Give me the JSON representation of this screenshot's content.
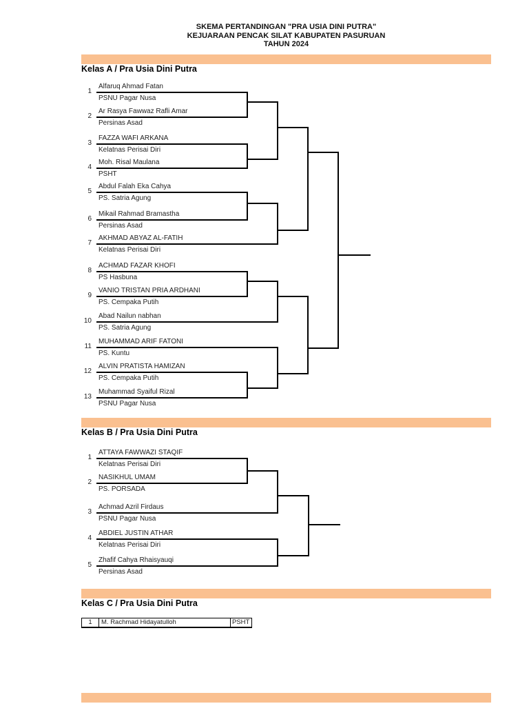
{
  "title": {
    "line1": "SKEMA PERTANDINGAN \"PRA USIA DINI PUTRA\"",
    "line2": "KEJUARAAN PENCAK SILAT KABUPATEN PASURUAN",
    "line3": "TAHUN 2024"
  },
  "colors": {
    "accent_bar": "#FAC090",
    "line": "#000000"
  },
  "sections": [
    {
      "heading": "Kelas A / Pra Usia Dini Putra",
      "entries": [
        {
          "num": "1",
          "name": "Alfaruq Ahmad Fatan",
          "club": "PSNU Pagar Nusa"
        },
        {
          "num": "2",
          "name": "Ar Rasya Fawwaz Rafli Amar",
          "club": "Persinas Asad"
        },
        {
          "num": "3",
          "name": "FAZZA WAFI ARKANA",
          "club": "Kelatnas Perisai Diri"
        },
        {
          "num": "4",
          "name": "Moh. Risal Maulana",
          "club": "PSHT"
        },
        {
          "num": "5",
          "name": "Abdul Falah Eka Cahya",
          "club": "PS. Satria Agung"
        },
        {
          "num": "6",
          "name": "Mikail Rahmad Bramastha",
          "club": "Persinas Asad"
        },
        {
          "num": "7",
          "name": "AKHMAD ABYAZ AL-FATIH",
          "club": "Kelatnas Perisai Diri"
        },
        {
          "num": "8",
          "name": "ACHMAD FAZAR KHOFI",
          "club": "PS Hasbuna"
        },
        {
          "num": "9",
          "name": "VANIO TRISTAN PRIA ARDHANI",
          "club": "PS. Cempaka Putih"
        },
        {
          "num": "10",
          "name": "Abad Nailun nabhan",
          "club": "PS. Satria Agung"
        },
        {
          "num": "11",
          "name": "MUHAMMAD ARIF FATONI",
          "club": "PS. Kuntu"
        },
        {
          "num": "12",
          "name": "ALVIN PRATISTA HAMIZAN",
          "club": "PS. Cempaka Putih"
        },
        {
          "num": "13",
          "name": "Muhammad Syaiful Rizal",
          "club": "PSNU Pagar Nusa"
        }
      ]
    },
    {
      "heading": "Kelas B / Pra Usia Dini Putra",
      "entries": [
        {
          "num": "1",
          "name": "ATTAYA FAWWAZI STAQIF",
          "club": "Kelatnas Perisai Diri"
        },
        {
          "num": "2",
          "name": "NASIKHUL UMAM",
          "club": "PS. PORSADA"
        },
        {
          "num": "3",
          "name": "Achmad Azril Firdaus",
          "club": "PSNU Pagar Nusa"
        },
        {
          "num": "4",
          "name": "ABDIEL JUSTIN ATHAR",
          "club": "Kelatnas Perisai Diri"
        },
        {
          "num": "5",
          "name": "Zhafif Cahya Rhaisyauqi",
          "club": "Persinas Asad"
        }
      ]
    },
    {
      "heading": "Kelas C / Pra Usia Dini Putra",
      "entries": [
        {
          "num": "1",
          "name": "M. Rachmad Hidayatulloh",
          "club": "PSHT"
        }
      ]
    }
  ]
}
